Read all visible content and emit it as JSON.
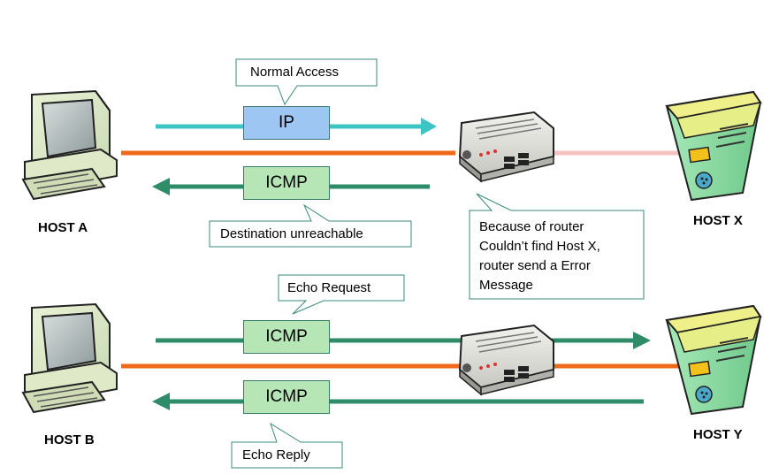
{
  "hosts": {
    "host_a": "HOST A",
    "host_b": "HOST B",
    "host_x": "HOST X",
    "host_y": "HOST Y"
  },
  "scenario_top": {
    "request_protocol": "IP",
    "request_callout": "Normal Access",
    "reply_protocol": "ICMP",
    "reply_callout": "Destination unreachable",
    "router_note": [
      "Because of router",
      "Couldn’t find Host X,",
      "router send a Error",
      "Message"
    ]
  },
  "scenario_bottom": {
    "request_protocol": "ICMP",
    "request_callout": "Echo Request",
    "reply_protocol": "ICMP",
    "reply_callout": "Echo Reply"
  },
  "colors": {
    "link": "#ee6a1a",
    "link_unreachable": "#f6c3c3",
    "ip_arrow": "#3ec4c4",
    "icmp_arrow": "#2e8c68",
    "ip_box": "#9ec6f2",
    "icmp_box": "#b6e6b6",
    "callout_border": "#3a8a78"
  }
}
